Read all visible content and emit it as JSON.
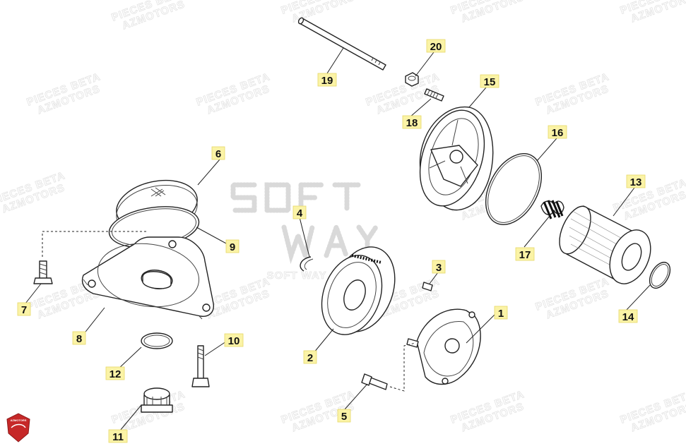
{
  "watermark": {
    "line1": "PIECES BETA",
    "line2": "AZMOTORS",
    "center_logo": "SOFT WAY"
  },
  "brand_badge": {
    "text": "AZMOTORS",
    "color": "#c62828"
  },
  "colors": {
    "callout_fill": "#fbf3a6",
    "line": "#222222"
  },
  "callouts": [
    {
      "id": "1",
      "label": "1"
    },
    {
      "id": "2",
      "label": "2"
    },
    {
      "id": "3",
      "label": "3"
    },
    {
      "id": "4",
      "label": "4"
    },
    {
      "id": "5",
      "label": "5"
    },
    {
      "id": "6",
      "label": "6"
    },
    {
      "id": "7",
      "label": "7"
    },
    {
      "id": "8",
      "label": "8"
    },
    {
      "id": "9",
      "label": "9"
    },
    {
      "id": "10",
      "label": "10"
    },
    {
      "id": "11",
      "label": "11"
    },
    {
      "id": "12",
      "label": "12"
    },
    {
      "id": "13",
      "label": "13"
    },
    {
      "id": "14",
      "label": "14"
    },
    {
      "id": "15",
      "label": "15"
    },
    {
      "id": "16",
      "label": "16"
    },
    {
      "id": "17",
      "label": "17"
    },
    {
      "id": "18",
      "label": "18"
    },
    {
      "id": "19",
      "label": "19"
    },
    {
      "id": "20",
      "label": "20"
    }
  ]
}
